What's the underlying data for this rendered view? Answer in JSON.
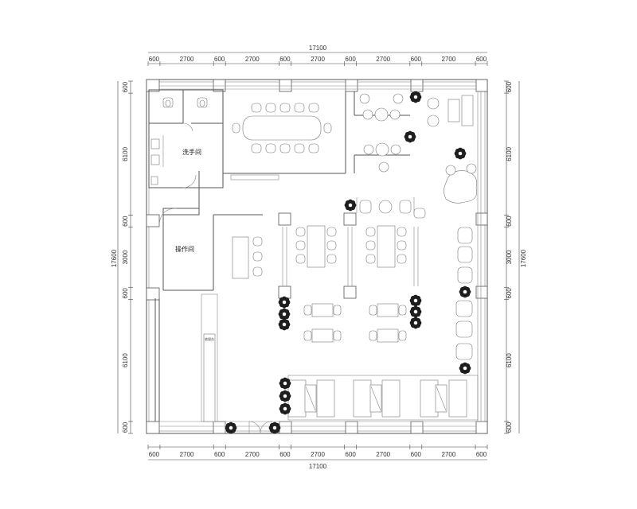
{
  "dimensions": {
    "top_total": "17100",
    "bottom_total": "17100",
    "top_segments": [
      "600",
      "2700",
      "600",
      "2700",
      "600",
      "2700",
      "600",
      "2700",
      "600",
      "2700",
      "600"
    ],
    "bottom_segments": [
      "600",
      "2700",
      "600",
      "2700",
      "600",
      "2700",
      "600",
      "2700",
      "600",
      "2700",
      "600"
    ],
    "left_total": "17600",
    "right_total": "17600",
    "left_segments": [
      "600",
      "6100",
      "600",
      "3000",
      "600",
      "6100",
      "600"
    ],
    "right_segments": [
      "600",
      "6100",
      "600",
      "3000",
      "600",
      "6100",
      "600"
    ]
  },
  "rooms": {
    "washroom": "洗手间",
    "operation_room": "操作间",
    "counter_label": "收银台"
  }
}
